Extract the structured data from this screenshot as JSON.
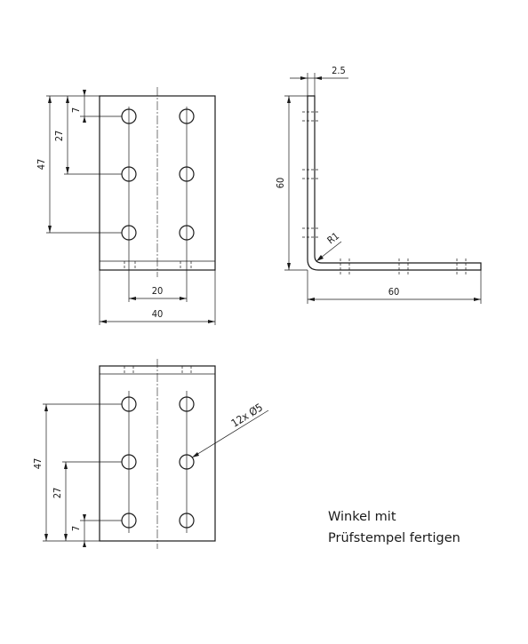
{
  "front_view": {
    "dim_width": "40",
    "dim_hole_spacing": "20",
    "dim_height": "47",
    "dim_middle": "27",
    "dim_top": "7"
  },
  "side_view": {
    "dim_thickness": "2.5",
    "dim_vertical_leg": "60",
    "dim_horizontal_leg": "60",
    "dim_radius": "R1"
  },
  "bottom_view": {
    "dim_height": "47",
    "dim_middle": "27",
    "dim_bottom": "7",
    "hole_callout": "12x  Ø5"
  },
  "note": {
    "line1": "Winkel mit",
    "line2": "Prüfstempel fertigen"
  }
}
